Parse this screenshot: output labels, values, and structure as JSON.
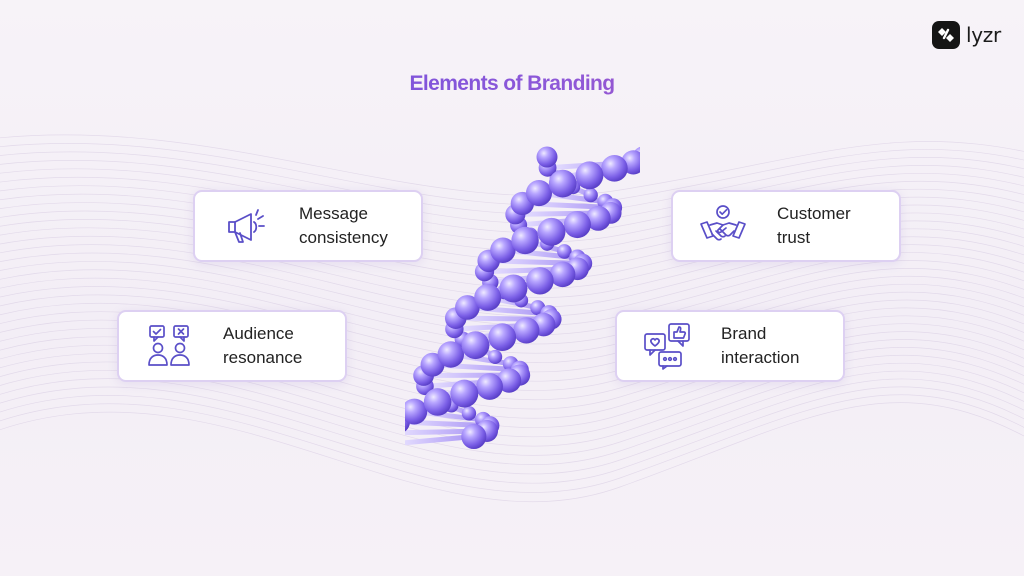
{
  "title": "Elements of Branding",
  "logo": {
    "text": "lyzr"
  },
  "colors": {
    "accent": "#6a4fd8",
    "card_border": "#ddd0f2",
    "dna_bead": "#8b6ff0",
    "background": "#f5f0f7"
  },
  "cards": [
    {
      "id": "message-consistency",
      "lines": [
        "Message",
        "consistency"
      ],
      "icon": "megaphone-icon"
    },
    {
      "id": "audience-resonance",
      "lines": [
        "Audience",
        "resonance"
      ],
      "icon": "people-feedback-icon"
    },
    {
      "id": "customer-trust",
      "lines": [
        "Customer",
        "trust"
      ],
      "icon": "handshake-icon"
    },
    {
      "id": "brand-interaction",
      "lines": [
        "Brand",
        "interaction"
      ],
      "icon": "chat-bubbles-icon"
    }
  ]
}
